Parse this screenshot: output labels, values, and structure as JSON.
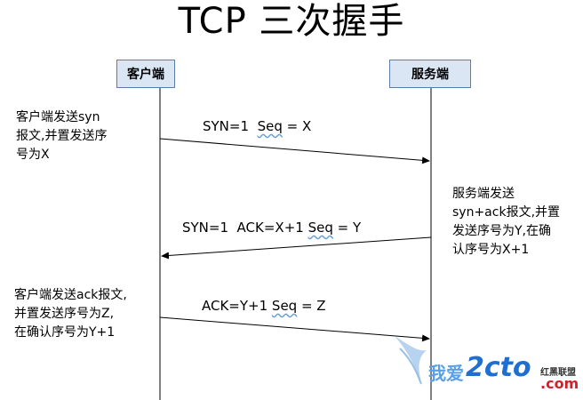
{
  "title": "TCP 三次握手",
  "parties": {
    "client": "客户端",
    "server": "服务端"
  },
  "notes": {
    "client_1": [
      "客户端发送syn",
      "报文,并置发送序",
      "号为X"
    ],
    "server_1": [
      "服务端发送",
      "syn+ack报文,并置",
      "发送序号为Y,在确",
      "认序号为X+1"
    ],
    "client_2": [
      "客户端发送ack报文,",
      "并置发送序号为Z,",
      "在确认序号为Y+1"
    ]
  },
  "messages": {
    "msg1": {
      "pre": "SYN=1  ",
      "seq": "Seq",
      "post": " = X"
    },
    "msg2": {
      "pre": "SYN=1  ACK=X+1 ",
      "seq": "Seq",
      "post": " = Y"
    },
    "msg3": {
      "pre": "ACK=Y+1 ",
      "seq": "Seq",
      "post": " = Z"
    }
  },
  "watermark": {
    "left_text": "我爱",
    "logo_text": "2cto",
    "red_alliance": "红黑联盟",
    "domain": ".com"
  },
  "colors": {
    "box_fill": "#dbe6f5",
    "box_border": "#5b7fa8",
    "watermark_blue": "#1e6fd0",
    "watermark_red": "#d0202a"
  }
}
